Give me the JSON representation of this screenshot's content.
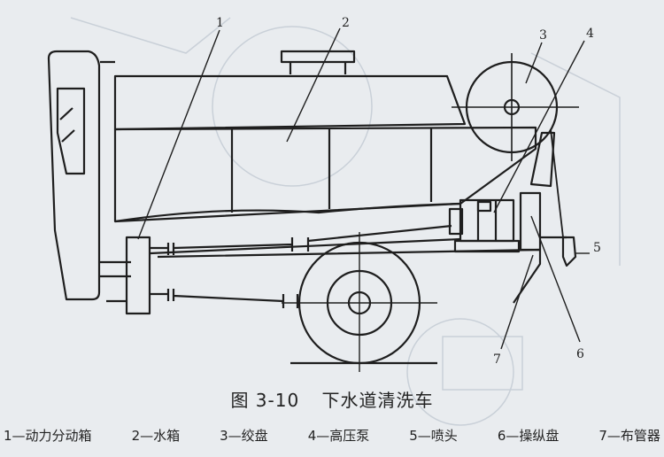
{
  "figure": {
    "number": "图 3-10",
    "title": "下水道清洗车"
  },
  "callouts": [
    "1",
    "2",
    "3",
    "4",
    "5",
    "6",
    "7"
  ],
  "legend": [
    {
      "num": "1",
      "text": "1—动力分动箱"
    },
    {
      "num": "2",
      "text": "2—水箱"
    },
    {
      "num": "3",
      "text": "3—绞盘"
    },
    {
      "num": "4",
      "text": "4—高压泵"
    },
    {
      "num": "5",
      "text": "5—喷头"
    },
    {
      "num": "6",
      "text": "6—操纵盘"
    },
    {
      "num": "7",
      "text": "7—布管器"
    }
  ],
  "colors": {
    "line": "#1e1e1e",
    "background": "#e9ecef",
    "faint": "#c9d0d8"
  }
}
